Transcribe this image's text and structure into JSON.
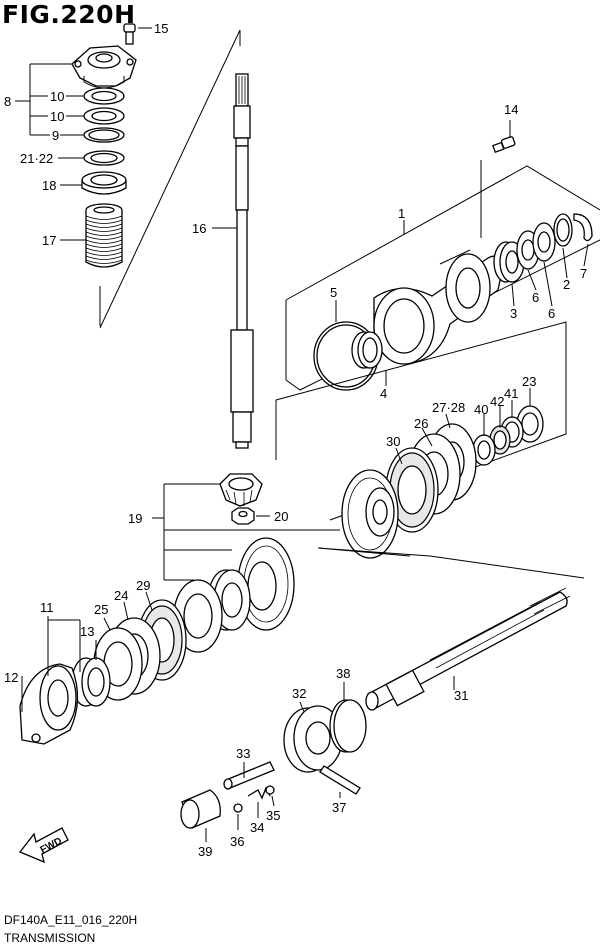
{
  "figure": {
    "title": "FIG.220H",
    "code": "DF140A_E11_016_220H",
    "caption": "TRANSMISSION"
  },
  "fwd_label": "FWD",
  "callouts": [
    {
      "id": "c15",
      "text": "15"
    },
    {
      "id": "c8",
      "text": "8"
    },
    {
      "id": "c10a",
      "text": "10"
    },
    {
      "id": "c10b",
      "text": "10"
    },
    {
      "id": "c9",
      "text": "9"
    },
    {
      "id": "c2122",
      "text": "21·22"
    },
    {
      "id": "c18",
      "text": "18"
    },
    {
      "id": "c17",
      "text": "17"
    },
    {
      "id": "c16",
      "text": "16"
    },
    {
      "id": "c14",
      "text": "14"
    },
    {
      "id": "c1",
      "text": "1"
    },
    {
      "id": "c7",
      "text": "7"
    },
    {
      "id": "c2",
      "text": "2"
    },
    {
      "id": "c6a",
      "text": "6"
    },
    {
      "id": "c6b",
      "text": "6"
    },
    {
      "id": "c3",
      "text": "3"
    },
    {
      "id": "c5",
      "text": "5"
    },
    {
      "id": "c4",
      "text": "4"
    },
    {
      "id": "c23",
      "text": "23"
    },
    {
      "id": "c41",
      "text": "41"
    },
    {
      "id": "c42",
      "text": "42"
    },
    {
      "id": "c40",
      "text": "40"
    },
    {
      "id": "c2728",
      "text": "27·28"
    },
    {
      "id": "c26",
      "text": "26"
    },
    {
      "id": "c30",
      "text": "30"
    },
    {
      "id": "c19",
      "text": "19"
    },
    {
      "id": "c20",
      "text": "20"
    },
    {
      "id": "c11",
      "text": "11"
    },
    {
      "id": "c12",
      "text": "12"
    },
    {
      "id": "c13",
      "text": "13"
    },
    {
      "id": "c25",
      "text": "25"
    },
    {
      "id": "c24",
      "text": "24"
    },
    {
      "id": "c29",
      "text": "29"
    },
    {
      "id": "c31",
      "text": "31"
    },
    {
      "id": "c32",
      "text": "32"
    },
    {
      "id": "c38",
      "text": "38"
    },
    {
      "id": "c33",
      "text": "33"
    },
    {
      "id": "c37",
      "text": "37"
    },
    {
      "id": "c34",
      "text": "34"
    },
    {
      "id": "c35",
      "text": "35"
    },
    {
      "id": "c36",
      "text": "36"
    },
    {
      "id": "c39",
      "text": "39"
    }
  ]
}
